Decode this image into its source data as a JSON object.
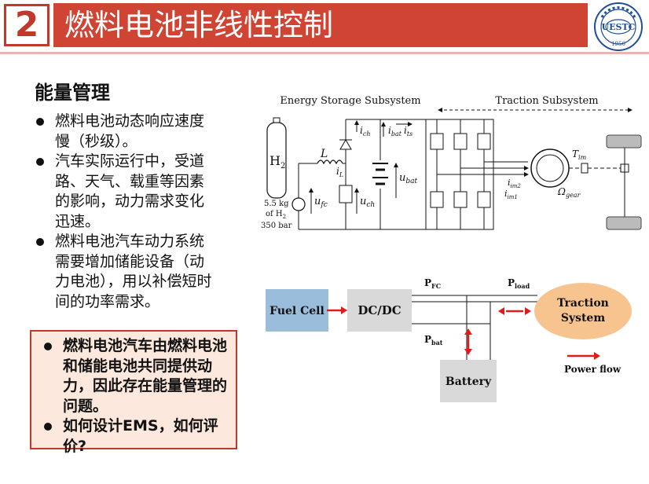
{
  "header": {
    "number": "2",
    "title": "燃料电池非线性控制",
    "logo_text": "UESTC",
    "logo_year": "1956"
  },
  "section_title": "能量管理",
  "bullets": [
    {
      "text": "燃料电池动态响应速度慢（秒级）。"
    },
    {
      "text": "汽车实际运行中，受道路、天气、载重等因素的影响，动力需求变化迅速。"
    },
    {
      "text": "燃料电池汽车动力系统需要增加储能设备（动力电池），用以补偿短时间的功率需求。"
    }
  ],
  "highlight_bullets": [
    {
      "text": "燃料电池汽车由燃料电池和储能电池共同提供动力，因此存在能量管理的问题。"
    },
    {
      "text": "如何设计EMS，如何评价?"
    }
  ],
  "circuit": {
    "energy_label": "Energy Storage Subsystem",
    "traction_label": "Traction Subsystem",
    "h2": "H",
    "h2_sub": "2",
    "tank_text1": "5.5 kg",
    "tank_text2": "of H",
    "tank_text2_sub": "2",
    "tank_text3": "350 bar",
    "L": "L",
    "u_fc": "u",
    "u_fc_sub": "fc",
    "i_L": "i",
    "i_L_sub": "L",
    "u_ch": "u",
    "u_ch_sub": "ch",
    "i_ch": "i",
    "i_ch_sub": "ch",
    "i_bat": "i",
    "i_bat_sub": "bat",
    "i_ts": "i",
    "i_ts_sub": "ts",
    "u_bat": "u",
    "u_bat_sub": "bat",
    "T_im": "T",
    "T_im_sub": "im",
    "i_im1": "i",
    "i_im1_sub": "im1",
    "i_im2": "i",
    "i_im2_sub": "im2",
    "omega": "Ω",
    "omega_sub": "gear"
  },
  "block": {
    "fuel_cell": "Fuel Cell",
    "dcdc": "DC/DC",
    "battery": "Battery",
    "traction": "Traction",
    "system": "System",
    "p_fc": "P",
    "p_fc_sub": "FC",
    "p_load": "P",
    "p_load_sub": "load",
    "p_bat": "P",
    "p_bat_sub": "bat",
    "power_flow": "Power flow"
  },
  "colors": {
    "accent": "#d04434",
    "fuel_cell_fill": "#9bbddc",
    "box_fill": "#d9d9d9",
    "traction_fill": "#f7c48f",
    "arrow": "#e01b1b",
    "highlight_fill": "#fce8dc"
  }
}
